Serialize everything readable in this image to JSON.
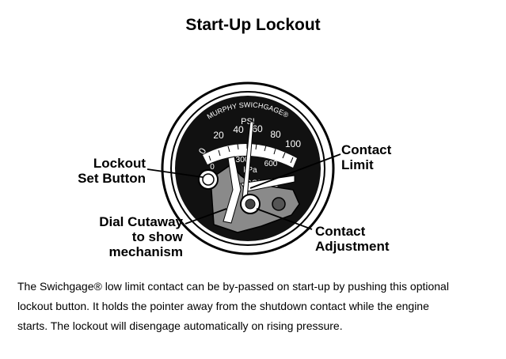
{
  "title": "Start-Up Lockout",
  "gauge": {
    "brand": "MURPHY SWICHGAGE®",
    "psi_label": "PSI",
    "kpa_label": "kPa",
    "pressure_label": "PRESSURE",
    "psi_ticks": [
      "0",
      "20",
      "40",
      "60",
      "80",
      "100"
    ],
    "kpa_ticks": [
      "0",
      "300",
      "600"
    ]
  },
  "callouts": {
    "lockout": [
      "Lockout",
      "Set Button"
    ],
    "contact_limit": [
      "Contact",
      "Limit"
    ],
    "cutaway": [
      "Dial Cutaway",
      "to show",
      "mechanism"
    ],
    "adjustment": [
      "Contact",
      "Adjustment"
    ]
  },
  "description": [
    "The Swichgage® low limit contact can be by-passed on start-up by pushing this optional",
    "lockout button. It holds the pointer away from the shutdown contact while the engine",
    "starts. The lockout will disengage automatically on rising pressure."
  ]
}
